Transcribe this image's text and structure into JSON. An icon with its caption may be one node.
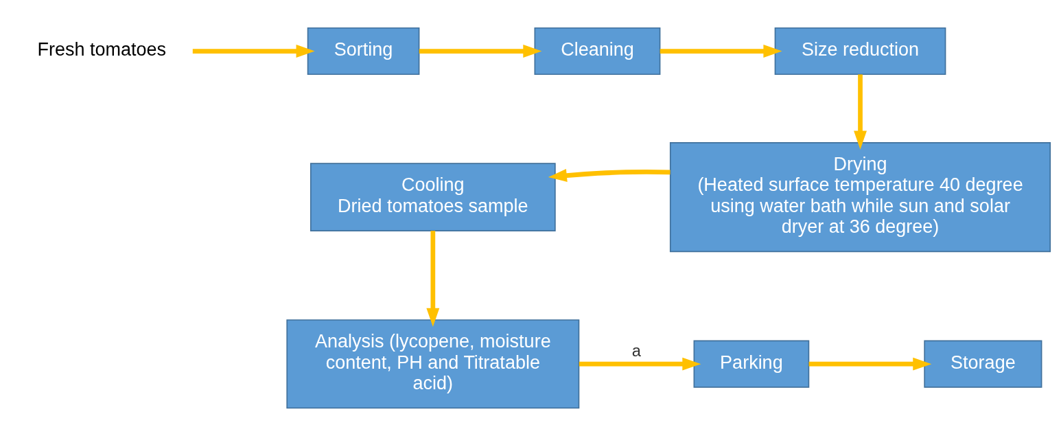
{
  "diagram": {
    "nodes": [
      {
        "text": [
          "Fresh tomatoes"
        ]
      },
      {
        "text": [
          "Sorting"
        ]
      },
      {
        "text": [
          "Cleaning"
        ]
      },
      {
        "text": [
          "Size reduction"
        ]
      },
      {
        "text": [
          "Drying",
          "(Heated surface temperature 40 degree using water bath while sun and solar dryer at 36 degree)"
        ]
      },
      {
        "text": [
          "Cooling",
          "Dried tomatoes sample"
        ]
      },
      {
        "text": [
          "Analysis (lycopene, moisture content, PH and Titratable acid)"
        ]
      },
      {
        "text": [
          "Parking"
        ]
      },
      {
        "text": [
          "Storage"
        ]
      }
    ],
    "edges": [
      {
        "from": 0,
        "to": 1,
        "arrow": "to"
      },
      {
        "from": 1,
        "to": 2,
        "arrow": "to"
      },
      {
        "from": 2,
        "to": 3,
        "arrow": "to"
      },
      {
        "from": 3,
        "to": 4,
        "arrow": "to"
      },
      {
        "from": 4,
        "to": 5,
        "arrow": "to"
      },
      {
        "from": 5,
        "to": 6,
        "arrow": "to"
      },
      {
        "from": 6,
        "to": 7,
        "arrow": "to",
        "label": "a"
      },
      {
        "from": 7,
        "to": 8,
        "arrow": "to"
      }
    ]
  }
}
